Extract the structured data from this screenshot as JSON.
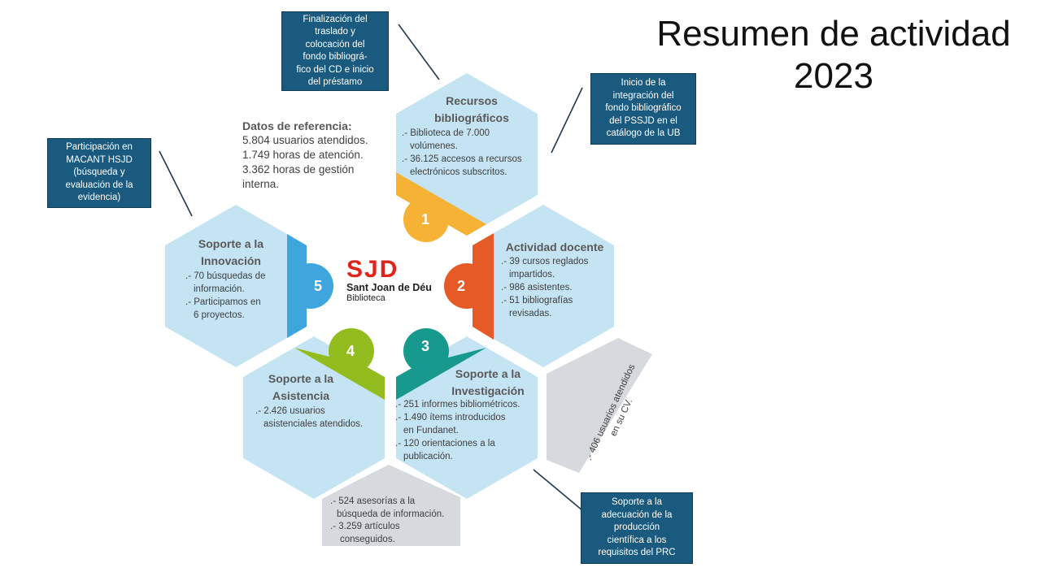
{
  "title": {
    "line1": "Resumen de actividad",
    "line2": "2023"
  },
  "logo": {
    "mark": "SJD",
    "line1": "Sant Joan de Déu",
    "line2": "Biblioteca"
  },
  "reference": {
    "title": "Datos de referencia:",
    "lines": [
      "5.804 usuarios atendidos.",
      "1.749 horas de atención.",
      "3.362 horas de gestión",
      "interna."
    ]
  },
  "callouts": {
    "recursos": "Finalización del\ntraslado y\ncolocación del\nfondo bibliográ-\nfico del CD e inicio\ndel préstamo",
    "integracion": "Inicio de la\nintegración del\nfondo bibliográfico\ndel PSSJD en el\ncatálogo de la UB",
    "macant": "Participación en\nMACANT HSJD\n(búsqueda y\nevaluación de la\nevidencia)",
    "prc": "Soporte a la\nadecuación de la\nproducción\ncientífica a los\nrequisitos del PRC"
  },
  "hexes": {
    "recursos": {
      "num": "1",
      "title1": "Recursos",
      "title2": "bibliográficos",
      "items": [
        ".- Biblioteca de 7.000",
        "volúmenes.",
        ".- 36.125 accesos a recursos",
        "electrónicos subscritos."
      ]
    },
    "docente": {
      "num": "2",
      "title1": "Actividad docente",
      "items": [
        ".- 39 cursos reglados",
        "impartidos.",
        ".- 986 asistentes.",
        ".- 51 bibliografías",
        "revisadas."
      ]
    },
    "investigacion": {
      "num": "3",
      "title1": "Soporte a la",
      "title2": "Investigación",
      "items": [
        ".- 251 informes bibliométricos.",
        ".- 1.490 ítems introducidos",
        "en Fundanet.",
        ".- 120 orientaciones a la",
        "publicación."
      ]
    },
    "asistencia": {
      "num": "4",
      "title1": "Soporte a la",
      "title2": "Asistencia",
      "items": [
        ".- 2.426 usuarios",
        "asistenciales atendidos."
      ]
    },
    "innovacion": {
      "num": "5",
      "title1": "Soporte a la",
      "title2": "Innovación",
      "items": [
        ".- 70 búsquedas de",
        "información.",
        ".- Participamos en",
        "6 proyectos."
      ]
    }
  },
  "gray_notes": {
    "cv": ".- 406 usuarios atendidos\nen su CV.",
    "asesorias": [
      ".- 524 asesorías a la",
      "búsqueda de información.",
      ".- 3.259 artículos",
      "conseguidos."
    ]
  },
  "colors": {
    "hex_fill": "#c4e3f3",
    "gray": "#d6d9de",
    "callout_bg": "#1a5a7e",
    "c1": "#f6b234",
    "c2": "#e55a27",
    "c3": "#17998e",
    "c4": "#93bc1f",
    "c5": "#3ea6dc",
    "logo_red": "#e2231a"
  }
}
